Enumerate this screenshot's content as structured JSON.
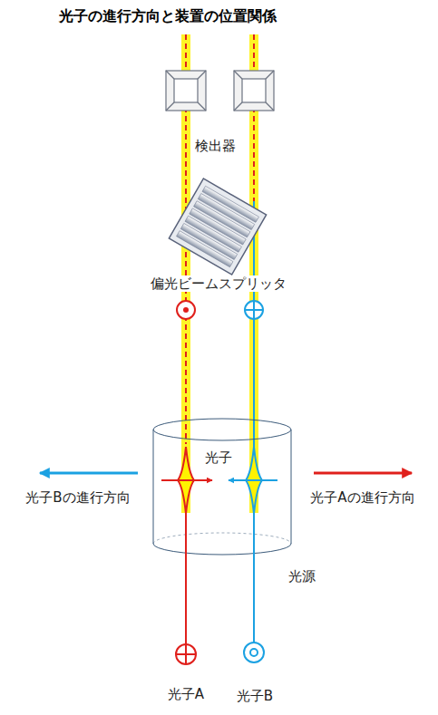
{
  "diagram": {
    "title": "光子の進行方向と装置の位置関係",
    "labels": [
      "検出器",
      "偏光ビームスプリッタ",
      "光子",
      "光子Bの進行方向",
      "光子Aの進行方向",
      "光源",
      "光子A",
      "光子B"
    ]
  }
}
